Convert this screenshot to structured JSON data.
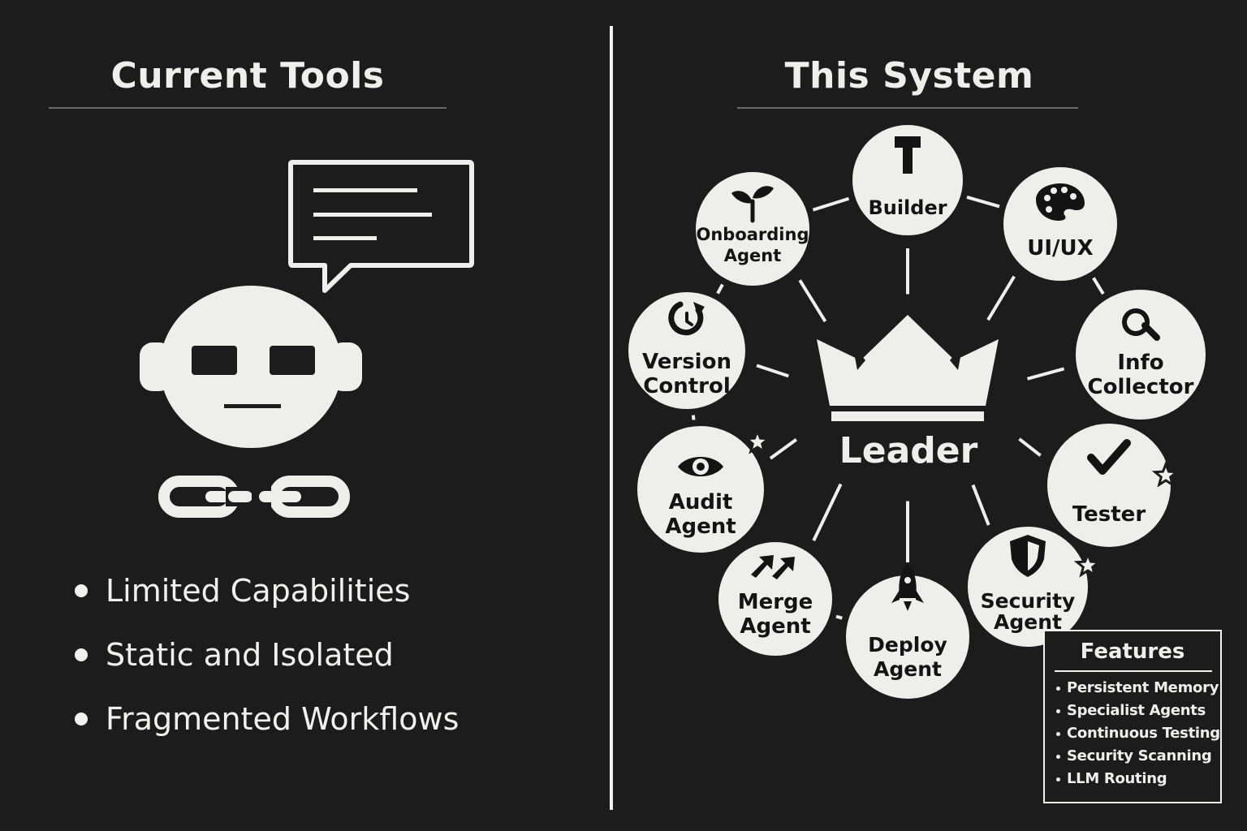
{
  "left_panel": {
    "title": "Current Tools",
    "bullets": [
      "Limited Capabilities",
      "Static and Isolated",
      "Fragmented Workflows"
    ],
    "icons": [
      "robot-icon",
      "speech-bubble-icon",
      "broken-chain-icon"
    ]
  },
  "right_panel": {
    "title": "This System",
    "center": {
      "label": "Leader",
      "icon": "crown-icon"
    },
    "nodes": [
      {
        "id": "builder",
        "lines": [
          "Builder"
        ],
        "icon": "hammer-icon",
        "starred": false
      },
      {
        "id": "uiux",
        "lines": [
          "UI/UX"
        ],
        "icon": "palette-icon",
        "starred": false
      },
      {
        "id": "info-collector",
        "lines": [
          "Info",
          "Collector"
        ],
        "icon": "magnifier-icon",
        "starred": false
      },
      {
        "id": "tester",
        "lines": [
          "Tester"
        ],
        "icon": "checkmark-icon",
        "starred": true
      },
      {
        "id": "security-agent",
        "lines": [
          "Security",
          "Agent"
        ],
        "icon": "shield-icon",
        "starred": true
      },
      {
        "id": "deploy-agent",
        "lines": [
          "Deploy",
          "Agent"
        ],
        "icon": "rocket-icon",
        "starred": false
      },
      {
        "id": "merge-agent",
        "lines": [
          "Merge",
          "Agent"
        ],
        "icon": "merge-arrows-icon",
        "starred": false
      },
      {
        "id": "audit-agent",
        "lines": [
          "Audit",
          "Agent"
        ],
        "icon": "eye-icon",
        "starred": true
      },
      {
        "id": "version-control",
        "lines": [
          "Version",
          "Control"
        ],
        "icon": "refresh-icon",
        "starred": false
      },
      {
        "id": "onboarding-agent",
        "lines": [
          "Onboarding",
          "Agent"
        ],
        "icon": "sprout-icon",
        "starred": false
      }
    ],
    "features": {
      "title": "Features",
      "items": [
        "Persistent Memory",
        "Specialist Agents",
        "Continuous Testing",
        "Security Scanning",
        "LLM Routing"
      ]
    }
  },
  "colors": {
    "background": "#1c1c1c",
    "foreground": "#eeeeea",
    "node_text": "#141414",
    "rule": "#6a6a6a"
  }
}
